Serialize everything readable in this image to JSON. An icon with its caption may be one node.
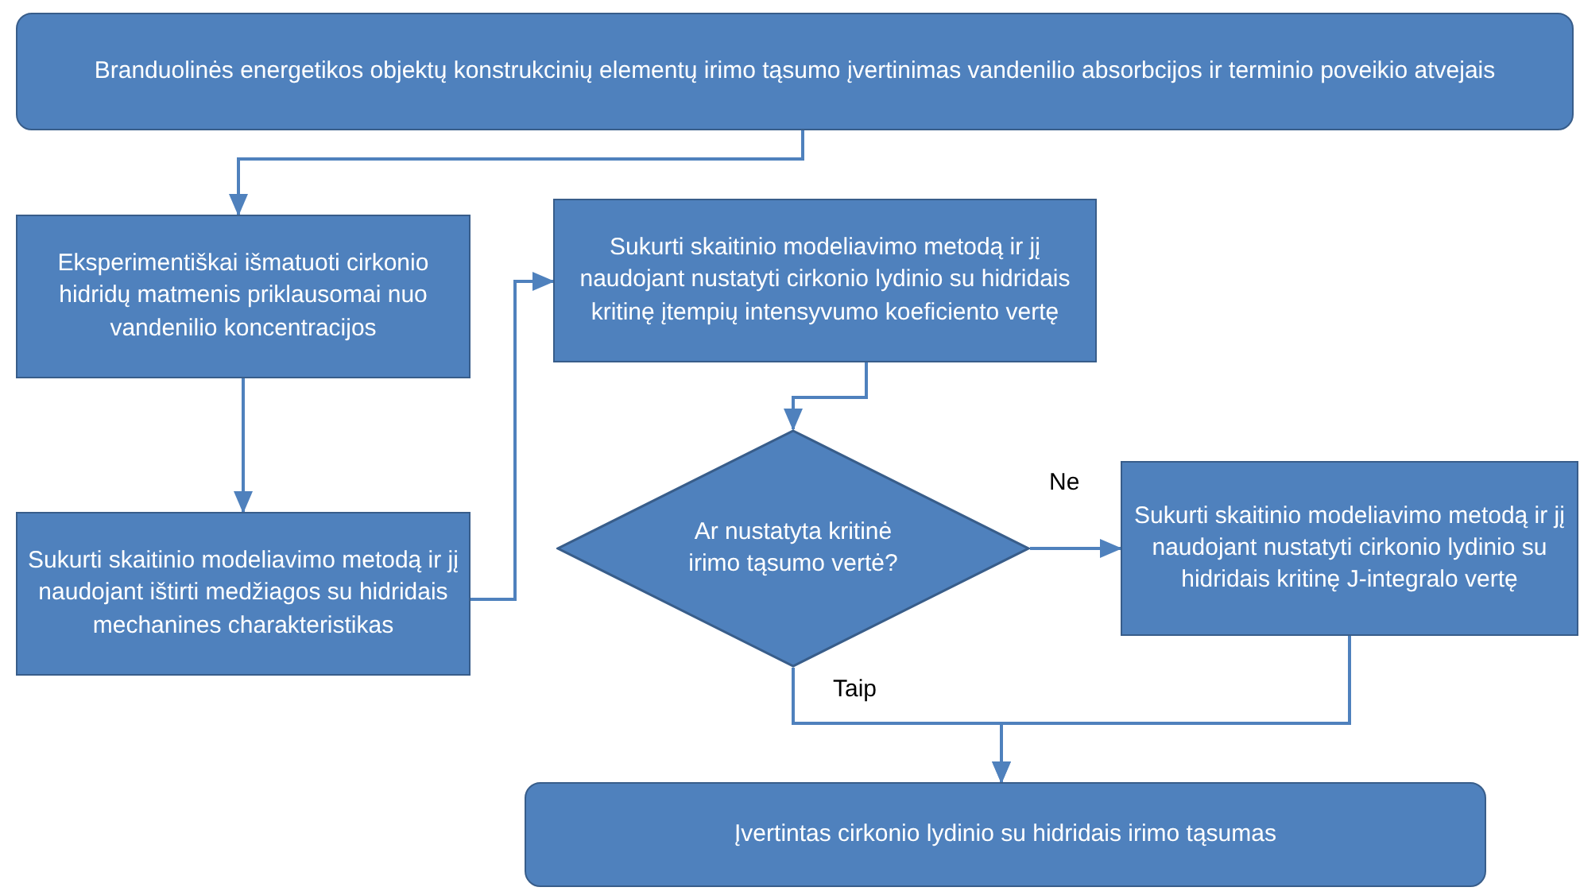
{
  "diagram": {
    "nodes": [
      {
        "text": [
          "Branduolinės energetikos objektų konstrukcinių elementų irimo tąsumo įvertinimas vandenilio absorbcijos ir terminio poveikio atvejais"
        ]
      },
      {
        "text": [
          "Eksperimentiškai išmatuoti cirkonio hidridų matmenis priklausomai nuo vandenilio koncentracijos"
        ]
      },
      {
        "text": [
          "Sukurti skaitinio modeliavimo metodą ir jį naudojant ištirti medžiagos su hidridais mechanines charakteristikas"
        ]
      },
      {
        "text": [
          "Sukurti skaitinio modeliavimo metodą ir jį naudojant nustatyti cirkonio lydinio su hidridais kritinę įtempių intensyvumo koeficiento vertę"
        ]
      },
      {
        "text": [
          "Ar nustatyta kritinė irimo tąsumo vertė?"
        ]
      },
      {
        "text": [
          "Sukurti skaitinio modeliavimo metodą ir jį naudojant nustatyti cirkonio lydinio su hidridais kritinę J-integralo vertę"
        ]
      },
      {
        "text": [
          "Įvertintas cirkonio lydinio su hidridais irimo tąsumas"
        ]
      }
    ],
    "edges": [
      {
        "from": 0,
        "to": 1,
        "arrow": "to"
      },
      {
        "from": 1,
        "to": 2,
        "arrow": "to"
      },
      {
        "from": 2,
        "to": 3,
        "arrow": "to"
      },
      {
        "from": 3,
        "to": 4,
        "arrow": "to"
      },
      {
        "from": 4,
        "to": 5,
        "arrow": "to",
        "label": "Ne"
      },
      {
        "from": 4,
        "to": 6,
        "arrow": "to",
        "label": "Taip"
      },
      {
        "from": 5,
        "to": 6,
        "arrow": "to"
      }
    ]
  }
}
